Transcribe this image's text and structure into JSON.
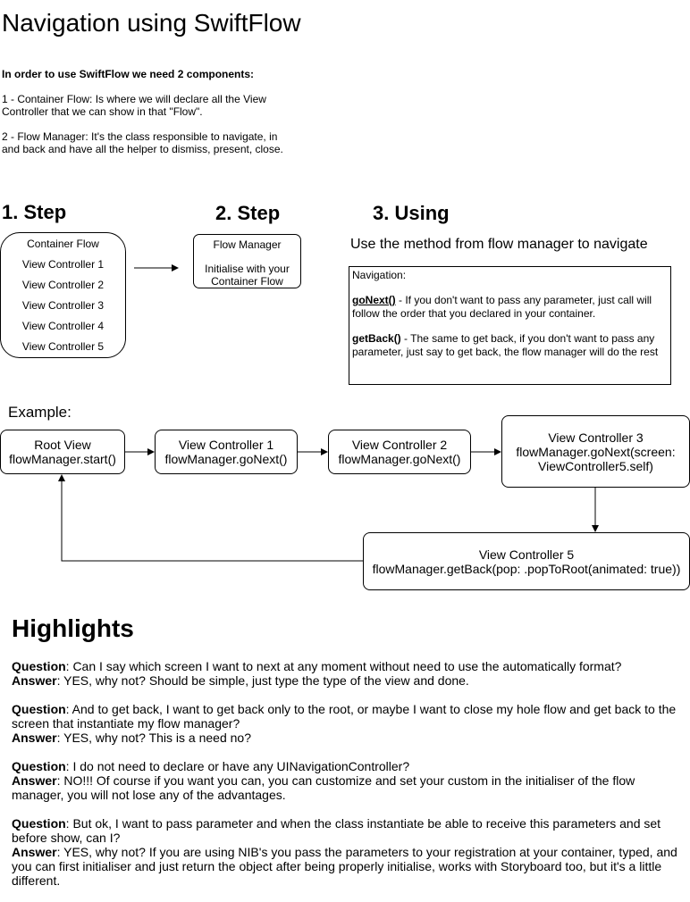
{
  "title": "Navigation using SwiftFlow",
  "intro": {
    "lead": "In order to use SwiftFlow we need 2 components:",
    "item1": "1 - Container Flow: Is where we will declare all the View Controller that we can show in that \"Flow\".",
    "item2": "2 - Flow Manager: It's the class responsible to navigate, in and back and have all the helper to dismiss, present, close."
  },
  "steps": {
    "step1": "1. Step",
    "step2": "2. Step",
    "step3": "3. Using"
  },
  "container_flow": {
    "title": "Container Flow",
    "items": [
      "View Controller 1",
      "View Controller 2",
      "View Controller 3",
      "View Controller 4",
      "View Controller 5"
    ]
  },
  "flow_manager": {
    "title": "Flow Manager",
    "subtitle": "Initialise with your Container Flow"
  },
  "using": {
    "line": "Use the method from flow manager to navigate",
    "nav_title": "Navigation:",
    "gonext_name": "goNext()",
    "gonext_desc": " - If you don't want to pass any parameter, just call will follow the order that you declared in your container.",
    "getback_name": "getBack()",
    "getback_desc": " - The same to get back, if you don't want to pass any parameter, just say to get back, the flow manager will do the rest"
  },
  "example": {
    "label": "Example:",
    "root": {
      "line1": "Root View",
      "line2": "flowManager.start()"
    },
    "vc1": {
      "line1": "View Controller 1",
      "line2": "flowManager.goNext()"
    },
    "vc2": {
      "line1": "View Controller 2",
      "line2": "flowManager.goNext()"
    },
    "vc3": {
      "line1": "View Controller 3",
      "line2": "flowManager.goNext(screen:",
      "line3": "ViewController5.self)"
    },
    "vc5": {
      "line1": "View Controller 5",
      "line2": "flowManager.getBack(pop: .popToRoot(animated: true))"
    }
  },
  "highlights": {
    "title": "Highlights",
    "q_label": "Question",
    "a_label": "Answer",
    "items": [
      {
        "q": ": Can I say which screen I want to next at any moment without need to use the automatically format?",
        "a": ": YES, why not? Should be simple, just type the type of the view and done."
      },
      {
        "q": ": And to get back, I want to get back only to the root, or maybe I want to close my hole flow and get back to the screen that instantiate my flow manager?",
        "a": ": YES, why not? This is a need no?"
      },
      {
        "q": ": I do not need to declare or have any UINavigationController?",
        "a": ": NO!!! Of course if you want you can, you can customize and set your custom in the initialiser of the flow manager, you will not lose any of the advantages."
      },
      {
        "q": ": But ok, I want to pass parameter and when the class instantiate be able to receive this parameters and set before show, can I?",
        "a": ": YES, why not? If you are using NIB's you pass the parameters to your registration at your container, typed, and you can first initialiser and just return the object after being properly initialise, works with Storyboard too, but it's a little different."
      }
    ]
  }
}
